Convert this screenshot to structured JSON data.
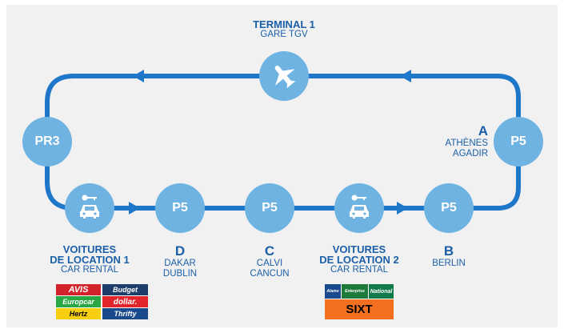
{
  "colors": {
    "route": "#1f77c9",
    "node": "#6fb3e3",
    "text": "#1b5fa8",
    "background": "#f1f1f2"
  },
  "terminal": {
    "name": "TERMINAL 1",
    "sub": "GARE TGV",
    "icon": "airplane-icon"
  },
  "nodes": {
    "pr3": "PR3",
    "p5_right": "P5",
    "p5_d": "P5",
    "p5_c": "P5",
    "p5_b": "P5"
  },
  "right_stop": {
    "letter": "A",
    "line1": "ATHÈNES",
    "line2": "AGADIR"
  },
  "stop_d": {
    "letter": "D",
    "line1": "DAKAR",
    "line2": "DUBLIN"
  },
  "stop_c": {
    "letter": "C",
    "line1": "CALVI",
    "line2": "CANCUN"
  },
  "stop_b": {
    "letter": "B",
    "line1": "BERLIN"
  },
  "rental1": {
    "line1": "VOITURES",
    "line2": "DE LOCATION 1",
    "line3": "CAR RENTAL",
    "icon": "car-key-icon",
    "brands": [
      "AVIS",
      "Budget",
      "Europcar",
      "dollar.",
      "Hertz",
      "Thrifty"
    ]
  },
  "rental2": {
    "line1": "VOITURES",
    "line2": "DE LOCATION 2",
    "line3": "CAR RENTAL",
    "icon": "car-key-icon",
    "brands": [
      "Alamo",
      "Enterprise",
      "National",
      "SIXT"
    ]
  }
}
